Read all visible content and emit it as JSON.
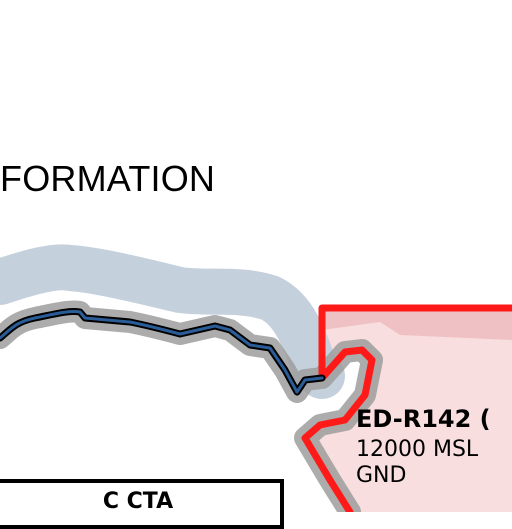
{
  "map": {
    "fir_label": "FORMATION",
    "cta_label": "C CTA",
    "restricted_area": {
      "name": "ED-R142 (",
      "upper_limit": "12000 MSL",
      "lower_limit": "GND",
      "color": "#ff0000"
    },
    "colors": {
      "border_halo": "#c3d0dc",
      "border_line": "#1e4a7a",
      "restricted_fill": "#f7dcdc"
    }
  }
}
